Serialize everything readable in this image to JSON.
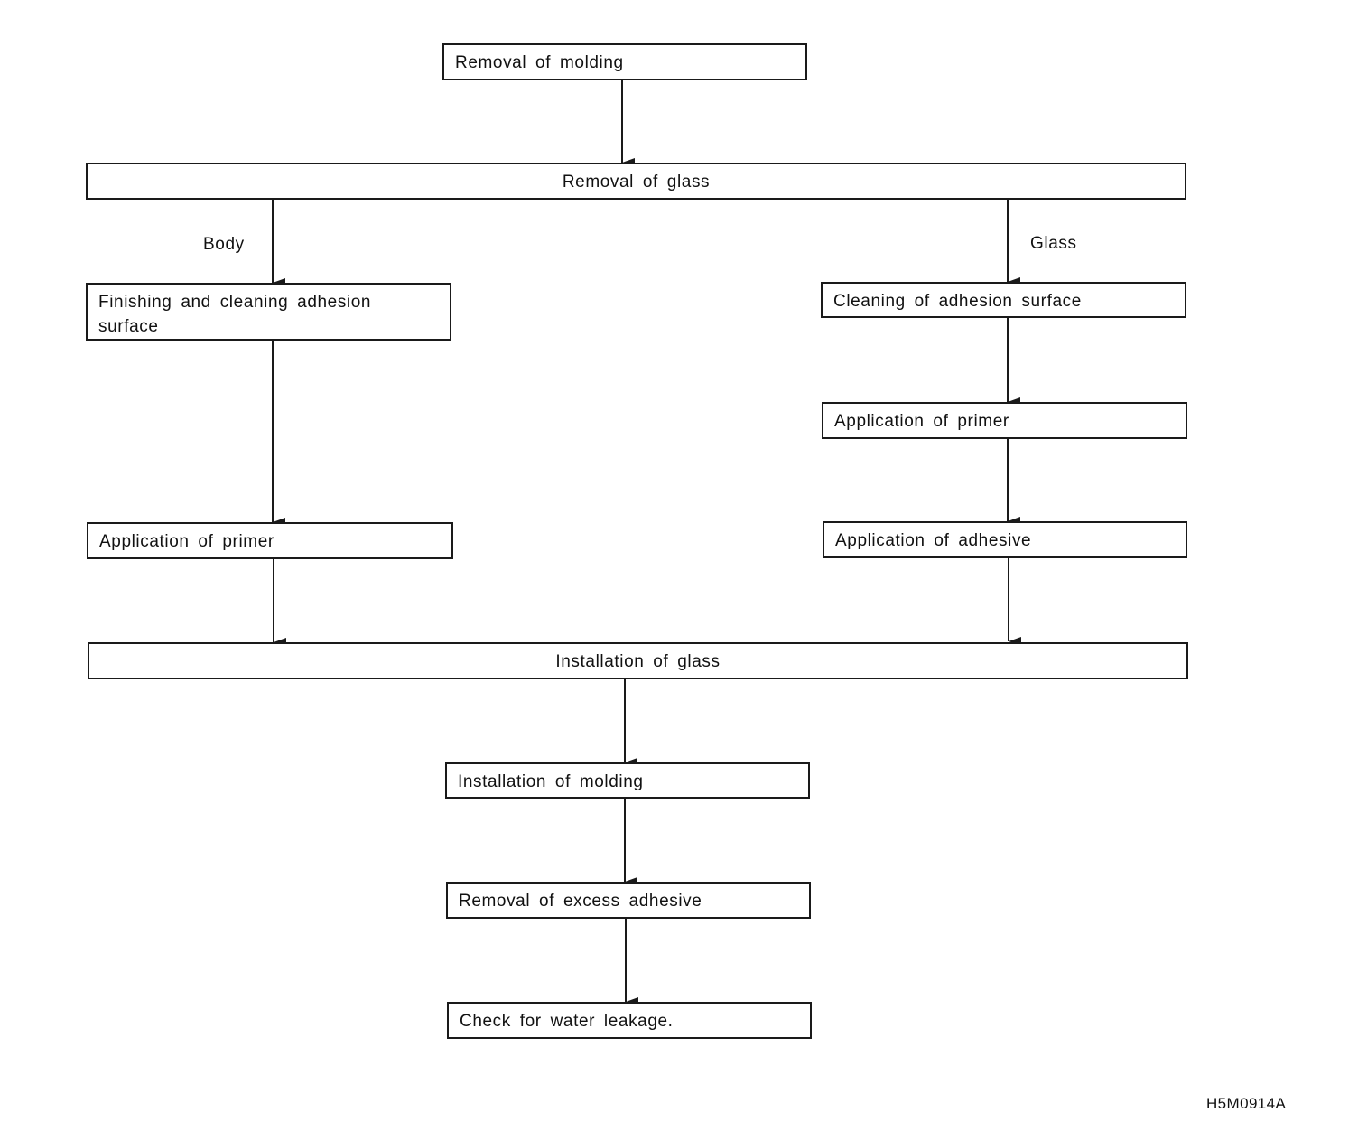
{
  "flow": {
    "removal_of_molding": "Removal of molding",
    "removal_of_glass": "Removal of glass",
    "branch_body": "Body",
    "branch_glass": "Glass",
    "body_finishing": "Finishing and cleaning adhesion surface",
    "body_primer": "Application of primer",
    "glass_cleaning": "Cleaning of adhesion surface",
    "glass_primer": "Application of primer",
    "glass_adhesive": "Application of adhesive",
    "installation_of_glass": "Installation of glass",
    "installation_of_molding": "Installation of molding",
    "removal_of_excess_adhesive": "Removal of excess adhesive",
    "check_water_leakage": "Check for water leakage."
  },
  "figure_code": "H5M0914A"
}
